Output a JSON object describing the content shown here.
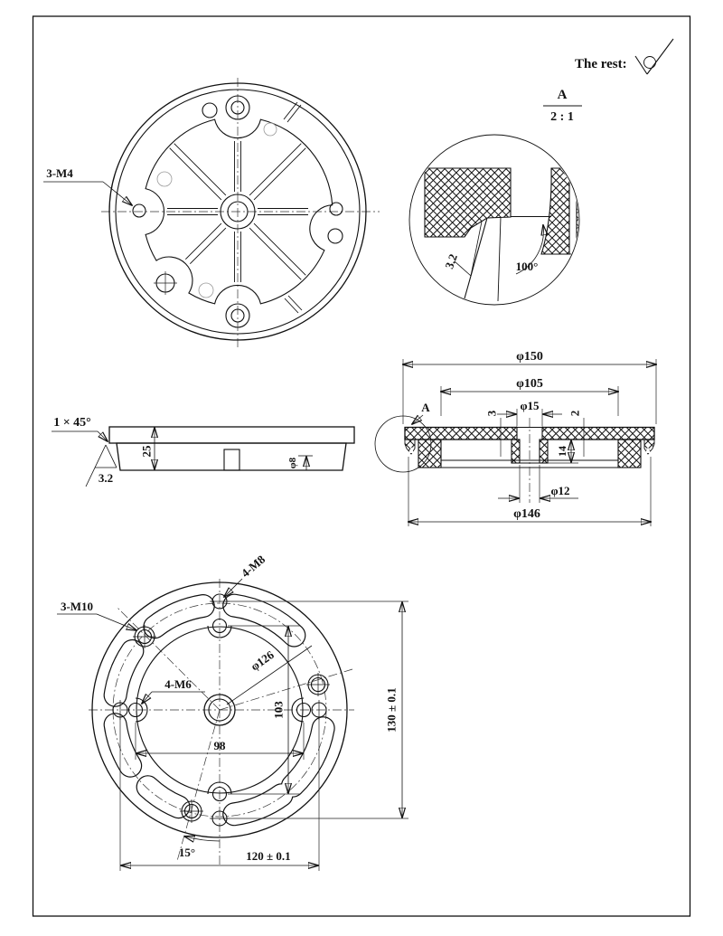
{
  "drawing": {
    "note": "The rest:",
    "detail": {
      "label": "A",
      "scale": "2 : 1",
      "angle": "100°",
      "roughness": "3.2"
    },
    "top": {
      "thread": "3-M4"
    },
    "side": {
      "chamfer": "1 × 45°",
      "roughness": "3.2",
      "h25": "25",
      "d8": "φ8"
    },
    "section": {
      "marker": "A",
      "d150": "φ150",
      "d105": "φ105",
      "d15": "φ15",
      "d12": "φ12",
      "d146": "φ146",
      "n3": "3",
      "n2": "2",
      "n14": "14"
    },
    "bottom": {
      "m8": "4-M8",
      "m10": "3-M10",
      "m6": "4-M6",
      "d126": "φ126",
      "n103": "103",
      "n98": "98",
      "v130": "130 ± 0.1",
      "h120": "120 ± 0.1",
      "a15": "15°"
    }
  }
}
